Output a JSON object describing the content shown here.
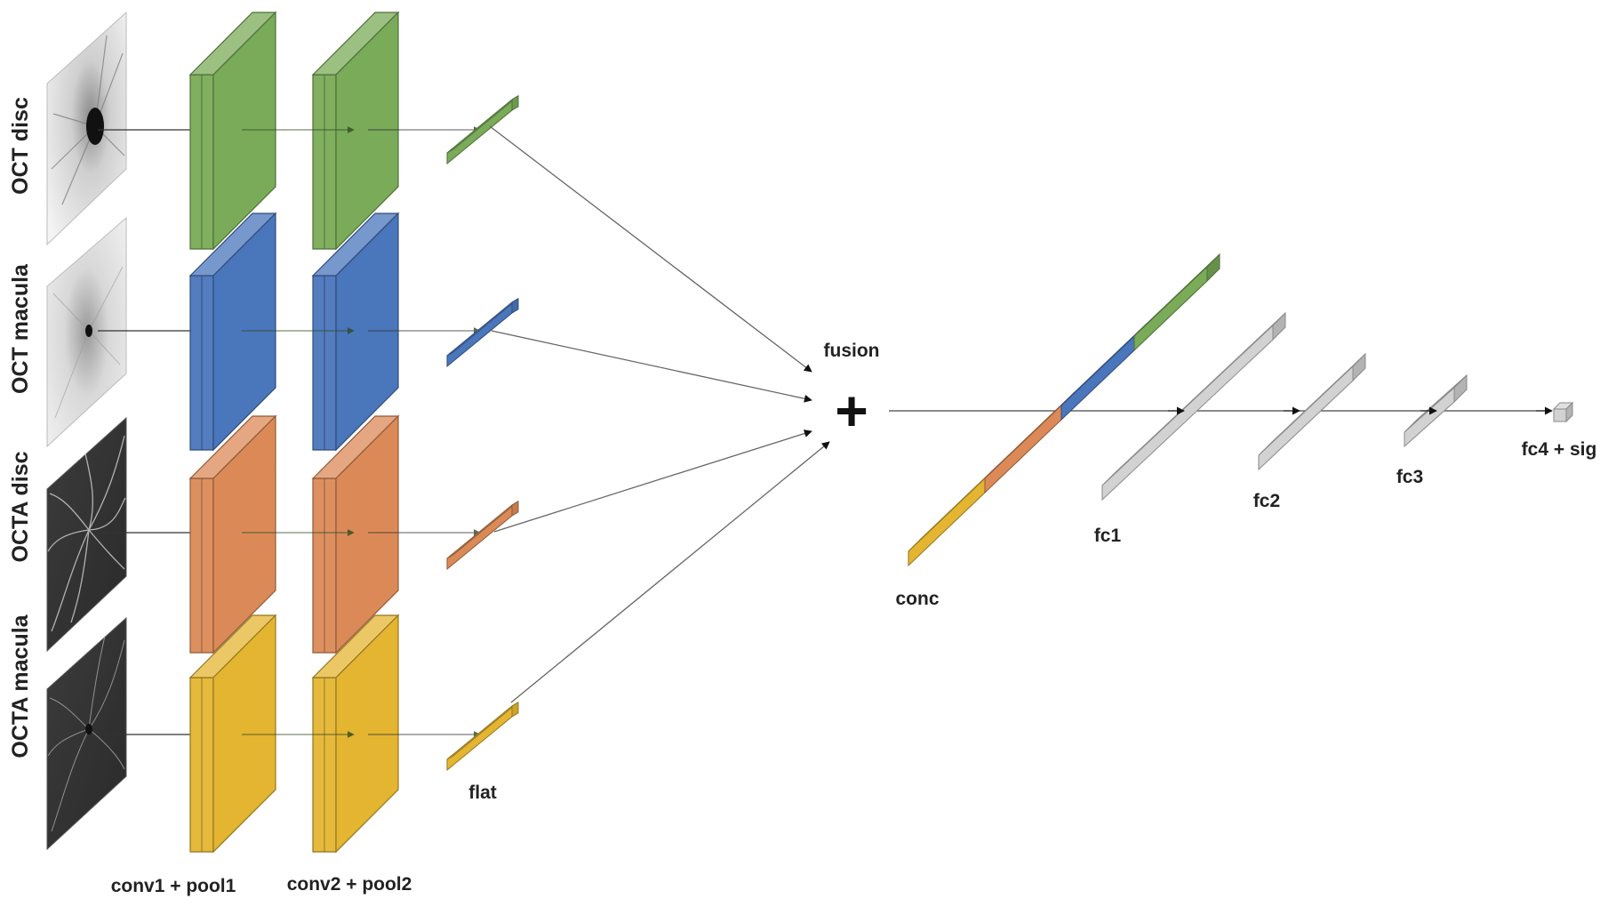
{
  "inputs": [
    {
      "label": "OCT disc",
      "image": "oct-disc-scan"
    },
    {
      "label": "OCT macula",
      "image": "oct-macula-scan"
    },
    {
      "label": "OCTA disc",
      "image": "octa-disc-angiogram"
    },
    {
      "label": "OCTA macula",
      "image": "octa-macula-angiogram"
    }
  ],
  "stage_labels": {
    "conv1": "conv1 + pool1",
    "conv2": "conv2 + pool2",
    "flat": "flat",
    "fusion": "fusion",
    "fusion_symbol": "+",
    "conc": "conc",
    "fc1": "fc1",
    "fc2": "fc2",
    "fc3": "fc3",
    "fc4": "fc4 + sig"
  },
  "colors": {
    "green": "#79ab58",
    "blue": "#4a76bb",
    "orange": "#db8a57",
    "yellow": "#e4b531",
    "gray": "#d2d2d2",
    "line": "#666666"
  }
}
